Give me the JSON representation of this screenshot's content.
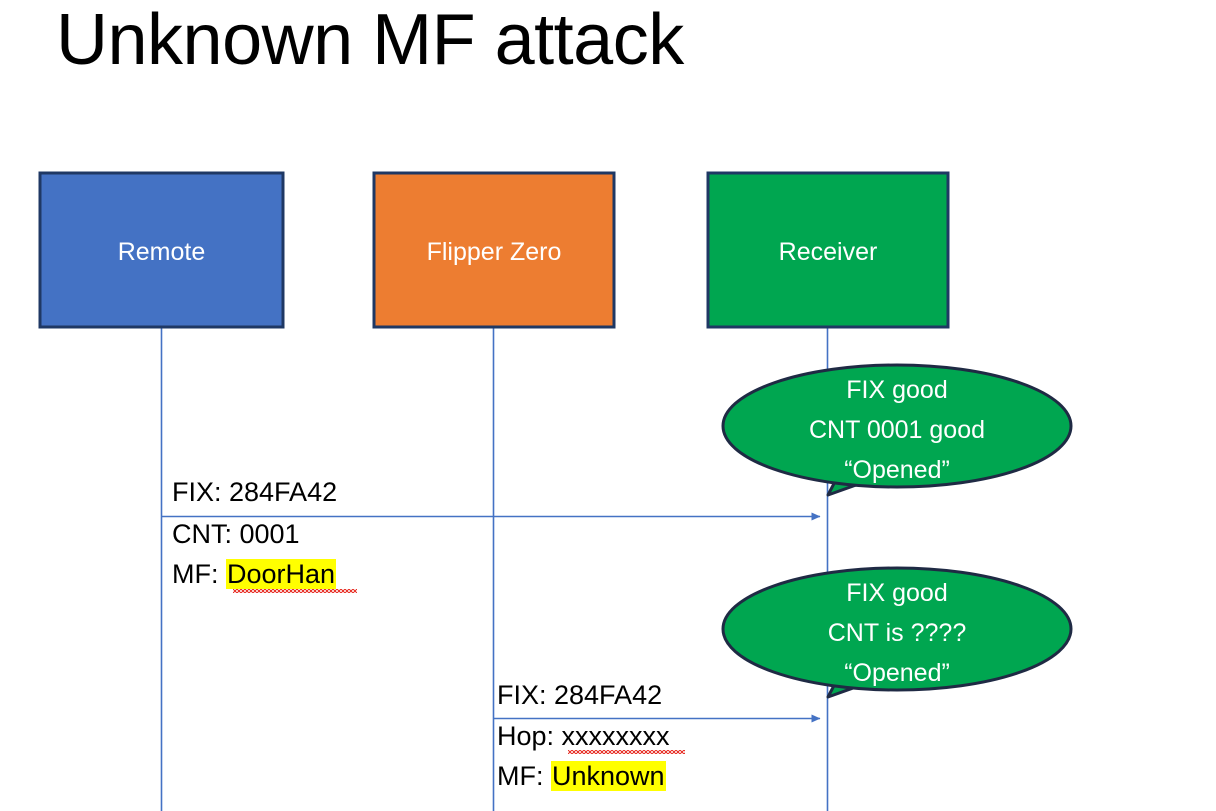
{
  "title": "Unknown MF attack",
  "actors": [
    {
      "name": "Remote",
      "label": "Remote",
      "fill": "#4472C4",
      "stroke": "#1F3864"
    },
    {
      "name": "Flipper Zero",
      "label": "Flipper Zero",
      "fill": "#ED7D31",
      "stroke": "#1F3864"
    },
    {
      "name": "Receiver",
      "label": "Receiver",
      "fill": "#00A650",
      "stroke": "#1F3864"
    }
  ],
  "messages": [
    {
      "id": "remote-to-receiver",
      "lines": [
        "FIX: 284FA42",
        "CNT: 0001",
        "MF: DoorHan"
      ],
      "highlight": "DoorHan",
      "prefix": "MF: ",
      "spellcheck_underline": true
    },
    {
      "id": "flipper-to-receiver",
      "lines": [
        "FIX: 284FA42",
        "Hop: xxxxxxxx",
        "MF: Unknown"
      ],
      "highlight": "Unknown",
      "prefix": "MF: ",
      "spellcheck_underline": true
    }
  ],
  "bubbles": [
    {
      "id": "bubble-first",
      "lines": [
        "FIX good",
        "CNT 0001 good",
        "“Opened”"
      ],
      "fill": "#00A650",
      "stroke": "#1F2A44"
    },
    {
      "id": "bubble-second",
      "lines": [
        "FIX good",
        "CNT is ????",
        "“Opened”"
      ],
      "fill": "#00A650",
      "stroke": "#1F2A44"
    }
  ],
  "msg1": {
    "line1": "FIX: 284FA42",
    "line2": "CNT: 0001",
    "line3_prefix": "MF: ",
    "line3_value": "DoorHan"
  },
  "msg2": {
    "line1": "FIX: 284FA42",
    "line2_prefix": "Hop: ",
    "line2_value": "xxxxxxxx",
    "line3_prefix": "MF: ",
    "line3_value": "Unknown"
  },
  "bubble1": {
    "line1": "FIX good",
    "line2": "CNT 0001 good",
    "line3": "“Opened”"
  },
  "bubble2": {
    "line1": "FIX good",
    "line2": "CNT is ????",
    "line3": "“Opened”"
  },
  "colors": {
    "blue": "#4472C4",
    "orange": "#ED7D31",
    "green": "#00A650",
    "navy": "#1F3864",
    "arrow": "#4472C4",
    "highlight": "#FFFF00",
    "spell": "#E8352C"
  }
}
